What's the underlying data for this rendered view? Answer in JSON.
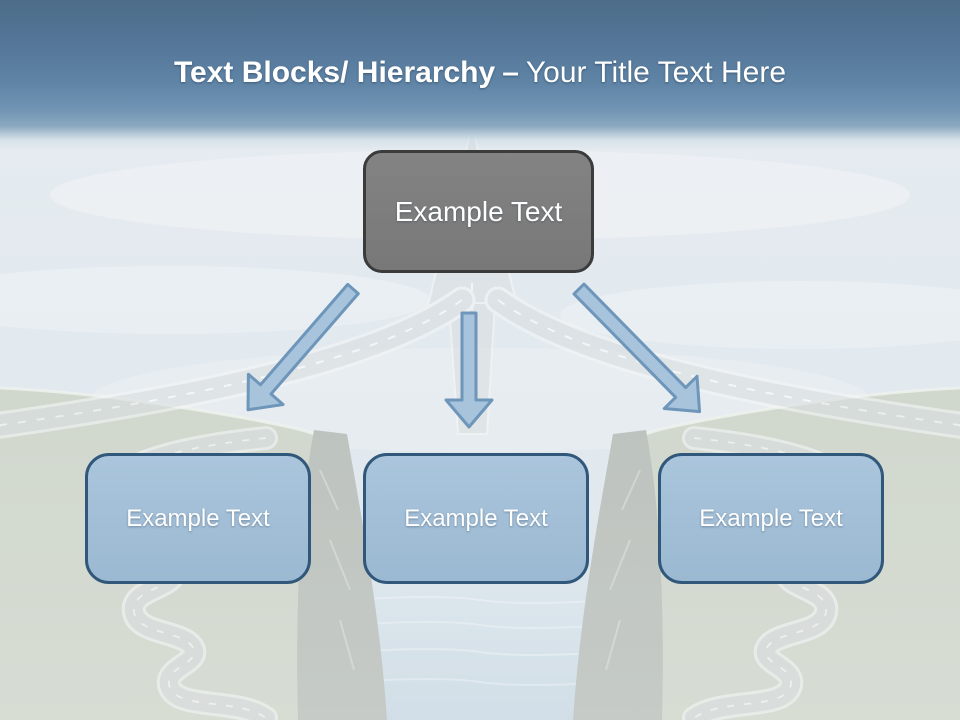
{
  "title": {
    "bold": "Text Blocks/ Hierarchy",
    "separator": "–",
    "light": "Your Title Text Here"
  },
  "hierarchy": {
    "root": {
      "label": "Example Text"
    },
    "children": [
      {
        "label": "Example Text"
      },
      {
        "label": "Example Text"
      },
      {
        "label": "Example Text"
      }
    ]
  },
  "arrows": [
    {
      "icon": "arrow-down-left-icon"
    },
    {
      "icon": "arrow-down-icon"
    },
    {
      "icon": "arrow-down-right-icon"
    }
  ],
  "colors": {
    "header_blue_top": "#4d6c89",
    "header_blue_bottom": "#7b9cba",
    "root_fill": "#7d7d7d",
    "root_border": "#3b3b3b",
    "child_fill": "#a1bed7",
    "child_border": "#31587a",
    "arrow_fill": "#a7c4dc",
    "arrow_stroke": "#6e96ba",
    "text": "#ffffff"
  }
}
